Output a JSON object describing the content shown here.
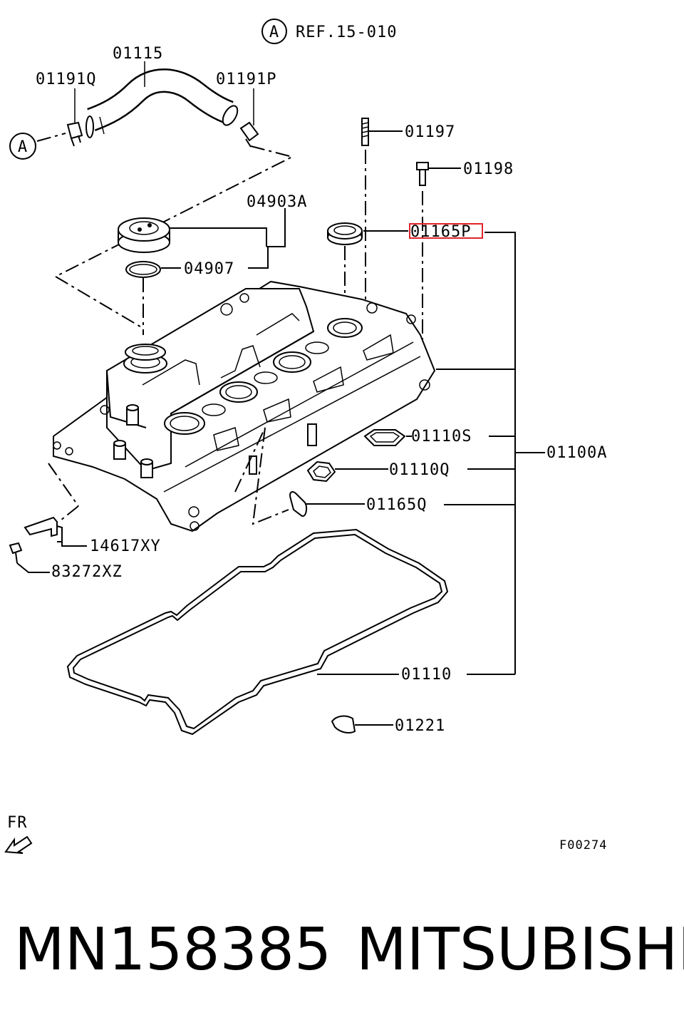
{
  "diagram": {
    "ref_circle": "A",
    "ref_text": "REF.15-010",
    "connector_circle": "A",
    "part_labels": {
      "p01115": "01115",
      "p01191Q": "01191Q",
      "p01191P": "01191P",
      "p01197": "01197",
      "p01198": "01198",
      "p04903A": "04903A",
      "p01165P": "01165P",
      "p04907": "04907",
      "p01110S": "01110S",
      "p01100A": "01100A",
      "p01110Q": "01110Q",
      "p01165Q": "01165Q",
      "p14617XY": "14617XY",
      "p83272XZ": "83272XZ",
      "p01110": "01110",
      "p01221": "01221"
    },
    "highlight_color": "#e0242a",
    "front_label": "FR",
    "figure_code": "F00274"
  },
  "footer": {
    "part_number": "MN158385",
    "brand": "MITSUBISHI"
  }
}
